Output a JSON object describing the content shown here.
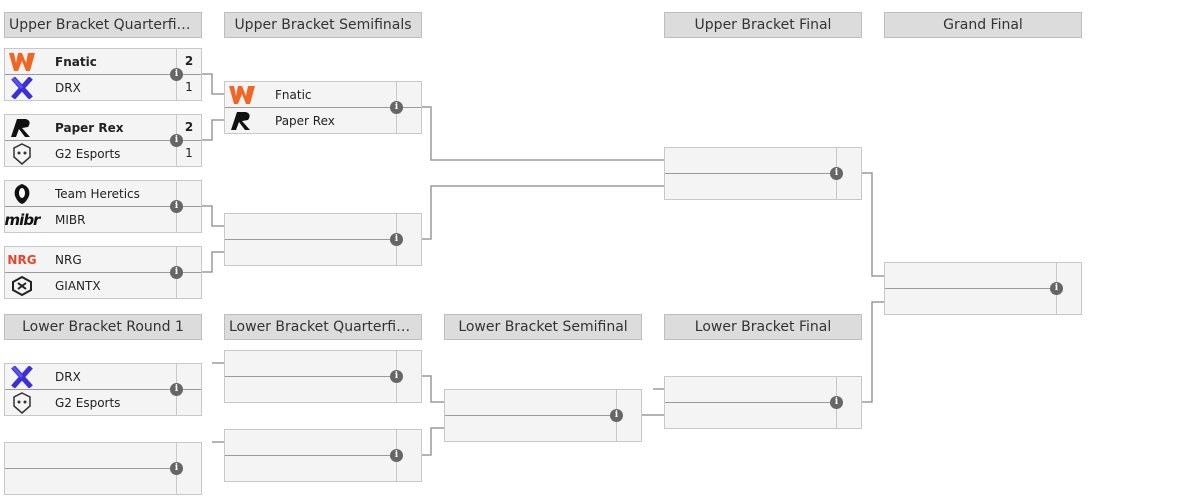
{
  "headers": {
    "ubqf": "Upper Bracket Quarterfin...",
    "ubsf": "Upper Bracket Semifinals",
    "ubf": "Upper Bracket Final",
    "gf": "Grand Final",
    "lbr1": "Lower Bracket Round 1",
    "lbqf": "Lower Bracket Quarterfinals",
    "lbsf": "Lower Bracket Semifinal",
    "lbf": "Lower Bracket Final"
  },
  "info_glyph": "i",
  "matches": {
    "ubqf1": {
      "team1": "Fnatic",
      "score1": "2",
      "team2": "DRX",
      "score2": "1"
    },
    "ubqf2": {
      "team1": "Paper Rex",
      "score1": "2",
      "team2": "G2 Esports",
      "score2": "1"
    },
    "ubqf3": {
      "team1": "Team Heretics",
      "score1": "",
      "team2": "MIBR",
      "score2": ""
    },
    "ubqf4": {
      "team1": "NRG",
      "score1": "",
      "team2": "GIANTX",
      "score2": ""
    },
    "ubsf1": {
      "team1": "Fnatic",
      "score1": "",
      "team2": "Paper Rex",
      "score2": ""
    },
    "lbr1a": {
      "team1": "DRX",
      "score1": "",
      "team2": "G2 Esports",
      "score2": ""
    }
  },
  "logos": {
    "fnatic": {
      "icon": "fnatic-logo",
      "color": "#f26522"
    },
    "drx": {
      "icon": "drx-logo",
      "color": "#3a2fd8"
    },
    "paper_rex": {
      "icon": "paper-rex-logo",
      "color": "#111111"
    },
    "g2": {
      "icon": "g2-logo",
      "color": "#333333"
    },
    "heretics": {
      "icon": "team-heretics-logo",
      "color": "#111111"
    },
    "mibr": {
      "icon": "mibr-logo",
      "color": "#111111",
      "text": "mibr"
    },
    "nrg": {
      "icon": "nrg-logo",
      "color": "#e2472c",
      "text": "NRG"
    },
    "giantx": {
      "icon": "giantx-logo",
      "color": "#222222"
    }
  },
  "colors": {
    "header_bg": "#dcdcdc",
    "match_bg": "#f4f4f4",
    "line": "#9a9a9a"
  }
}
